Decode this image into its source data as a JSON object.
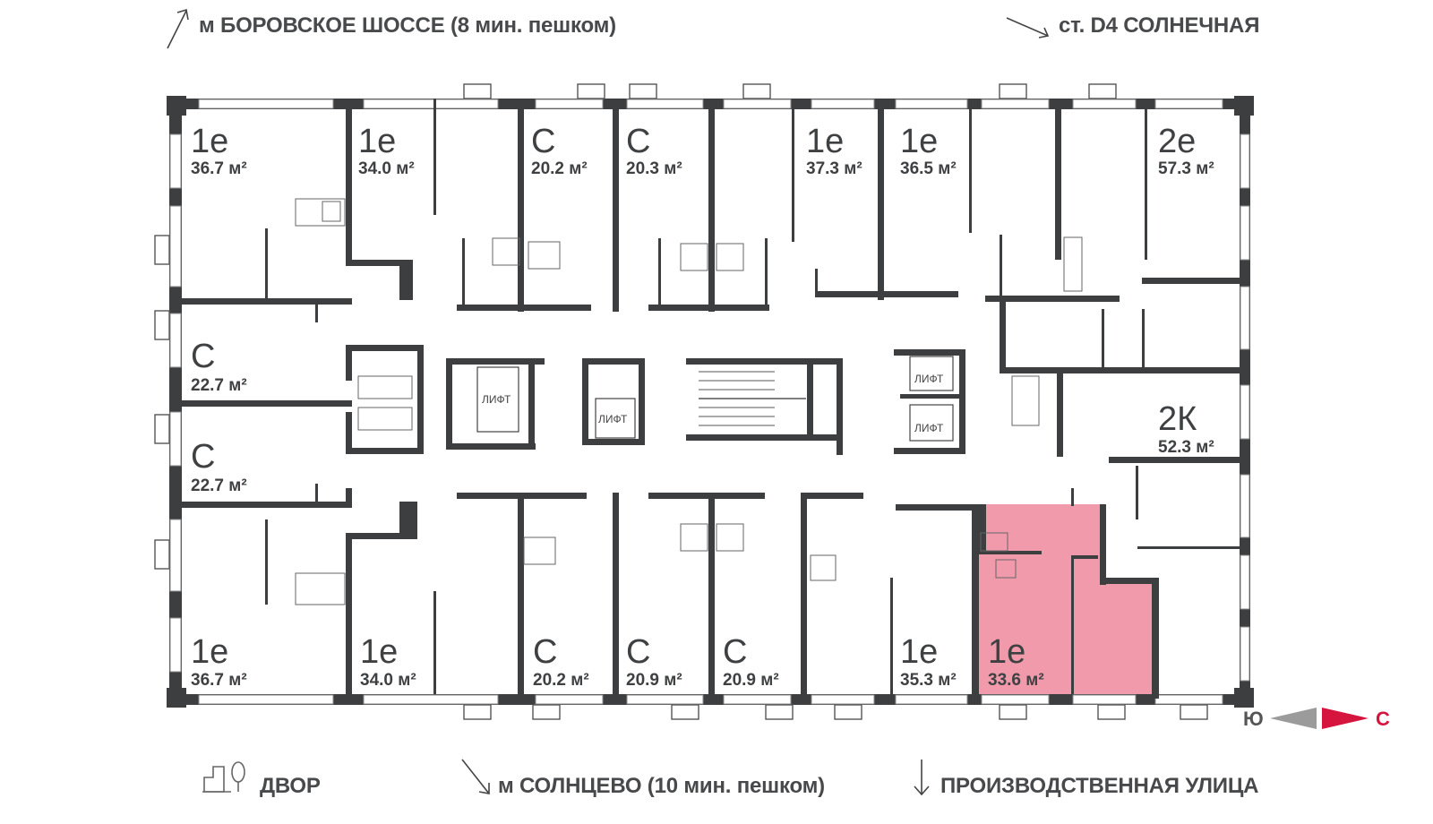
{
  "directions": {
    "top_left": "м БОРОВСКОЕ ШОССЕ (8 мин. пешком)",
    "top_right": "ст. D4 СОЛНЕЧНАЯ",
    "bottom_yard": "ДВОР",
    "bottom_center": "м СОЛНЦЕВО (10 мин. пешком)",
    "bottom_right": "ПРОИЗВОДСТВЕННАЯ УЛИЦА"
  },
  "compass": {
    "south": "Ю",
    "north": "С"
  },
  "colors": {
    "wall": "#3d3e40",
    "highlight": "#f09aab",
    "compass_north": "#d6153f",
    "compass_south": "#9b9b9b"
  },
  "apartments": [
    {
      "id": "a1",
      "type": "1е",
      "area": "36.7 м²"
    },
    {
      "id": "a2",
      "type": "1е",
      "area": "34.0 м²"
    },
    {
      "id": "a3",
      "type": "С",
      "area": "20.2 м²"
    },
    {
      "id": "a4",
      "type": "С",
      "area": "20.3 м²"
    },
    {
      "id": "a5",
      "type": "1е",
      "area": "37.3 м²"
    },
    {
      "id": "a6",
      "type": "1е",
      "area": "36.5 м²"
    },
    {
      "id": "a7",
      "type": "2е",
      "area": "57.3 м²"
    },
    {
      "id": "a8",
      "type": "С",
      "area": "22.7 м²"
    },
    {
      "id": "a9",
      "type": "С",
      "area": "22.7 м²"
    },
    {
      "id": "a10",
      "type": "2К",
      "area": "52.3 м²"
    },
    {
      "id": "a11",
      "type": "1е",
      "area": "36.7 м²"
    },
    {
      "id": "a12",
      "type": "1е",
      "area": "34.0 м²"
    },
    {
      "id": "a13",
      "type": "С",
      "area": "20.2 м²"
    },
    {
      "id": "a14",
      "type": "С",
      "area": "20.9 м²"
    },
    {
      "id": "a15",
      "type": "С",
      "area": "20.9 м²"
    },
    {
      "id": "a16",
      "type": "1е",
      "area": "35.3 м²"
    },
    {
      "id": "a17",
      "type": "1е",
      "area": "33.6 м²",
      "highlighted": true
    }
  ],
  "lifts": [
    "ЛИФТ",
    "ЛИФТ",
    "ЛИФТ",
    "ЛИФТ"
  ]
}
